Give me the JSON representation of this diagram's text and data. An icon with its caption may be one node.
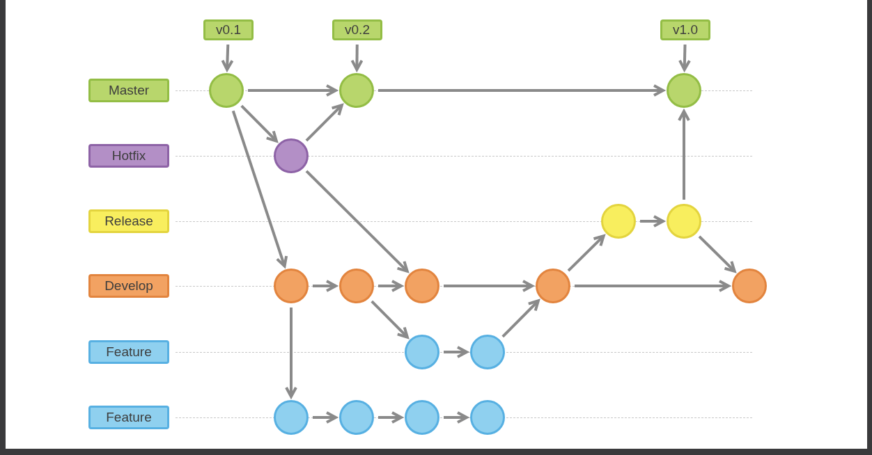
{
  "diagram": {
    "nodes": [
      {
        "text": [
          "v0.1"
        ]
      },
      {
        "text": [
          "v0.2"
        ]
      },
      {
        "text": [
          "v1.0"
        ]
      },
      {
        "text": [
          "Master"
        ]
      },
      {
        "text": [],
        "shape": "circle"
      },
      {
        "text": [],
        "shape": "circle"
      },
      {
        "text": [],
        "shape": "circle"
      },
      {
        "text": [
          "Hotfix"
        ]
      },
      {
        "text": [],
        "shape": "circle"
      },
      {
        "text": [
          "Release"
        ]
      },
      {
        "text": [],
        "shape": "circle"
      },
      {
        "text": [],
        "shape": "circle"
      },
      {
        "text": [
          "Develop"
        ]
      },
      {
        "text": [],
        "shape": "circle"
      },
      {
        "text": [],
        "shape": "circle"
      },
      {
        "text": [],
        "shape": "circle"
      },
      {
        "text": [],
        "shape": "circle"
      },
      {
        "text": [],
        "shape": "circle"
      },
      {
        "text": [
          "Feature"
        ]
      },
      {
        "text": [],
        "shape": "circle"
      },
      {
        "text": [],
        "shape": "circle"
      },
      {
        "text": [
          "Feature"
        ]
      },
      {
        "text": [],
        "shape": "circle"
      },
      {
        "text": [],
        "shape": "circle"
      },
      {
        "text": [],
        "shape": "circle"
      },
      {
        "text": [],
        "shape": "circle"
      }
    ],
    "edges": [
      {
        "from": 0,
        "to": 4,
        "arrow": "to"
      },
      {
        "from": 1,
        "to": 5,
        "arrow": "to"
      },
      {
        "from": 2,
        "to": 6,
        "arrow": "to"
      },
      {
        "from": 4,
        "to": 5,
        "arrow": "to"
      },
      {
        "from": 5,
        "to": 6,
        "arrow": "to"
      },
      {
        "from": 4,
        "to": 8,
        "arrow": "to"
      },
      {
        "from": 8,
        "to": 5,
        "arrow": "to"
      },
      {
        "from": 4,
        "to": 13,
        "arrow": "to"
      },
      {
        "from": 8,
        "to": 15,
        "arrow": "to"
      },
      {
        "from": 13,
        "to": 14,
        "arrow": "to"
      },
      {
        "from": 14,
        "to": 15,
        "arrow": "to"
      },
      {
        "from": 15,
        "to": 16,
        "arrow": "to"
      },
      {
        "from": 14,
        "to": 19,
        "arrow": "to"
      },
      {
        "from": 19,
        "to": 20,
        "arrow": "to"
      },
      {
        "from": 20,
        "to": 16,
        "arrow": "to"
      },
      {
        "from": 16,
        "to": 10,
        "arrow": "to"
      },
      {
        "from": 10,
        "to": 11,
        "arrow": "to"
      },
      {
        "from": 11,
        "to": 6,
        "arrow": "to"
      },
      {
        "from": 11,
        "to": 17,
        "arrow": "to"
      },
      {
        "from": 16,
        "to": 17,
        "arrow": "to"
      },
      {
        "from": 13,
        "to": 22,
        "arrow": "to"
      },
      {
        "from": 22,
        "to": 23,
        "arrow": "to"
      },
      {
        "from": 23,
        "to": 24,
        "arrow": "to"
      },
      {
        "from": 24,
        "to": 25,
        "arrow": "to"
      }
    ]
  }
}
